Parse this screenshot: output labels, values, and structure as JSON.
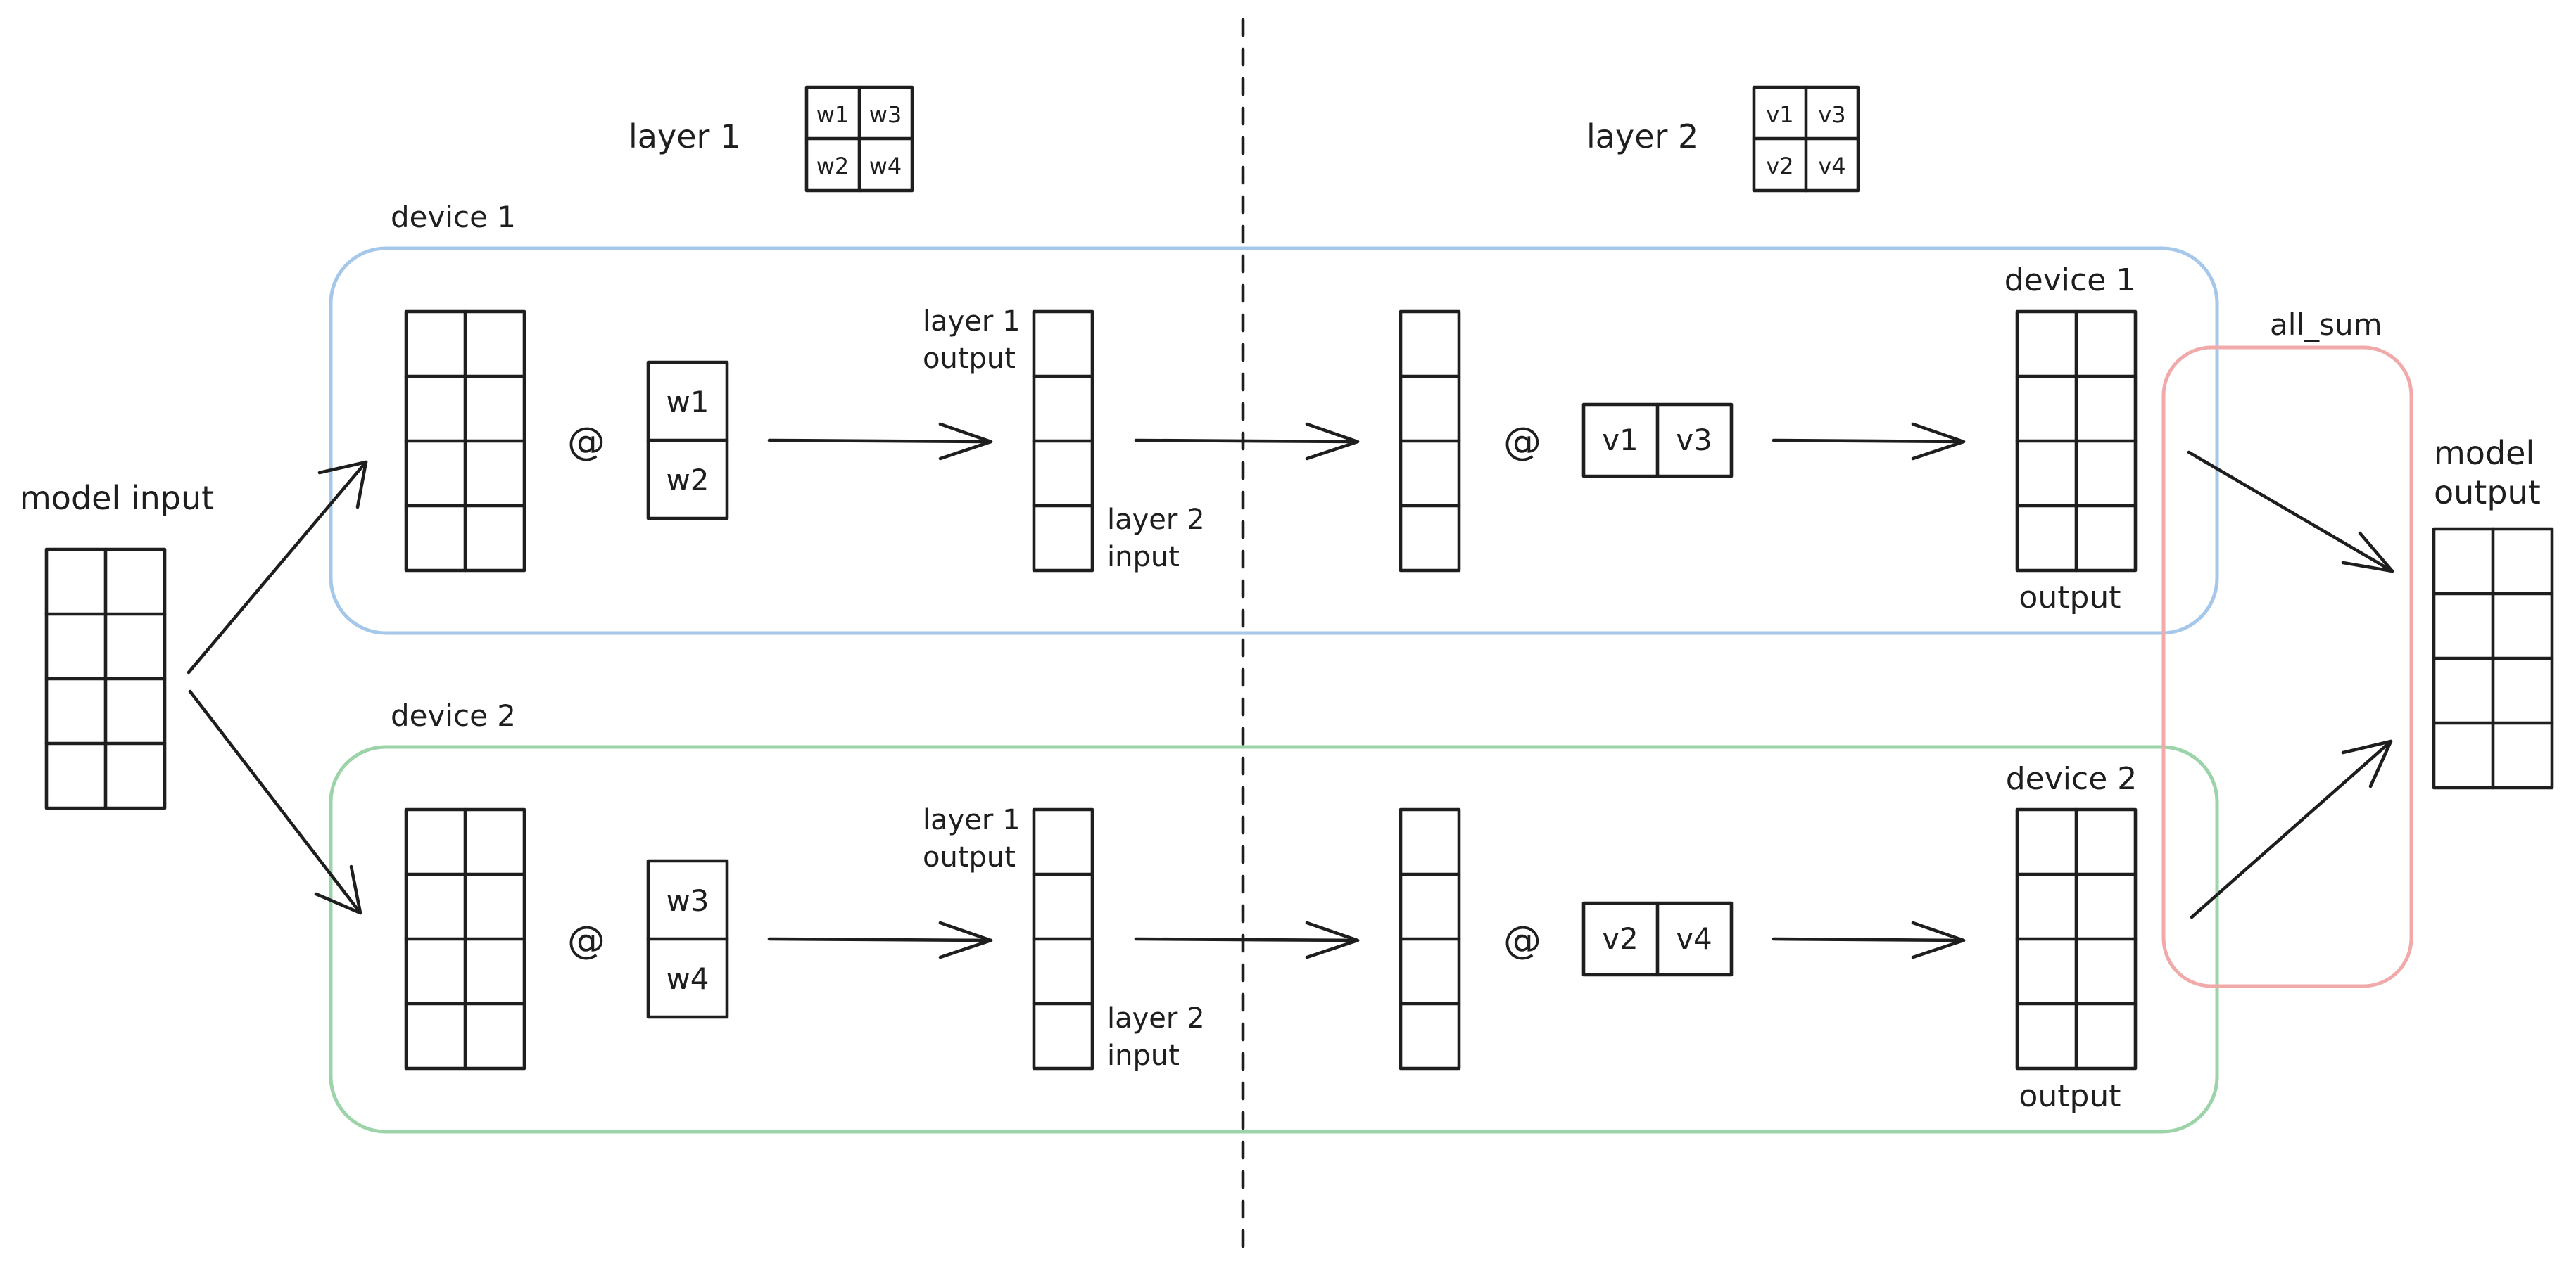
{
  "colors": {
    "ink": "#1e1e1e",
    "device1": "#1971c2",
    "device1_border": "#a5c8ea",
    "device2": "#2f9e44",
    "device2_border": "#9cd3a8",
    "all_sum": "#e03131",
    "all_sum_border": "#f0aaaa"
  },
  "top": {
    "layer1_label": "layer 1",
    "layer2_label": "layer 2",
    "layer1_weights": [
      "w1",
      "w3",
      "w2",
      "w4"
    ],
    "layer2_weights": [
      "v1",
      "v3",
      "v2",
      "v4"
    ]
  },
  "model_input_label": "model input",
  "model_output_label": [
    "model",
    "output"
  ],
  "all_sum_label": "all_sum",
  "devices": [
    {
      "name": "device 1",
      "weights_l1": [
        "w1",
        "w2"
      ],
      "weights_l2": [
        "v1",
        "v3"
      ],
      "matmul": "@",
      "layer1_output_label": [
        "layer 1",
        "output"
      ],
      "layer2_input_label": [
        "layer 2",
        "input"
      ],
      "result_title": "device 1",
      "result_caption": "output"
    },
    {
      "name": "device 2",
      "weights_l1": [
        "w3",
        "w4"
      ],
      "weights_l2": [
        "v2",
        "v4"
      ],
      "matmul": "@",
      "layer1_output_label": [
        "layer 1",
        "output"
      ],
      "layer2_input_label": [
        "layer 2",
        "input"
      ],
      "result_title": "device 2",
      "result_caption": "output"
    }
  ]
}
